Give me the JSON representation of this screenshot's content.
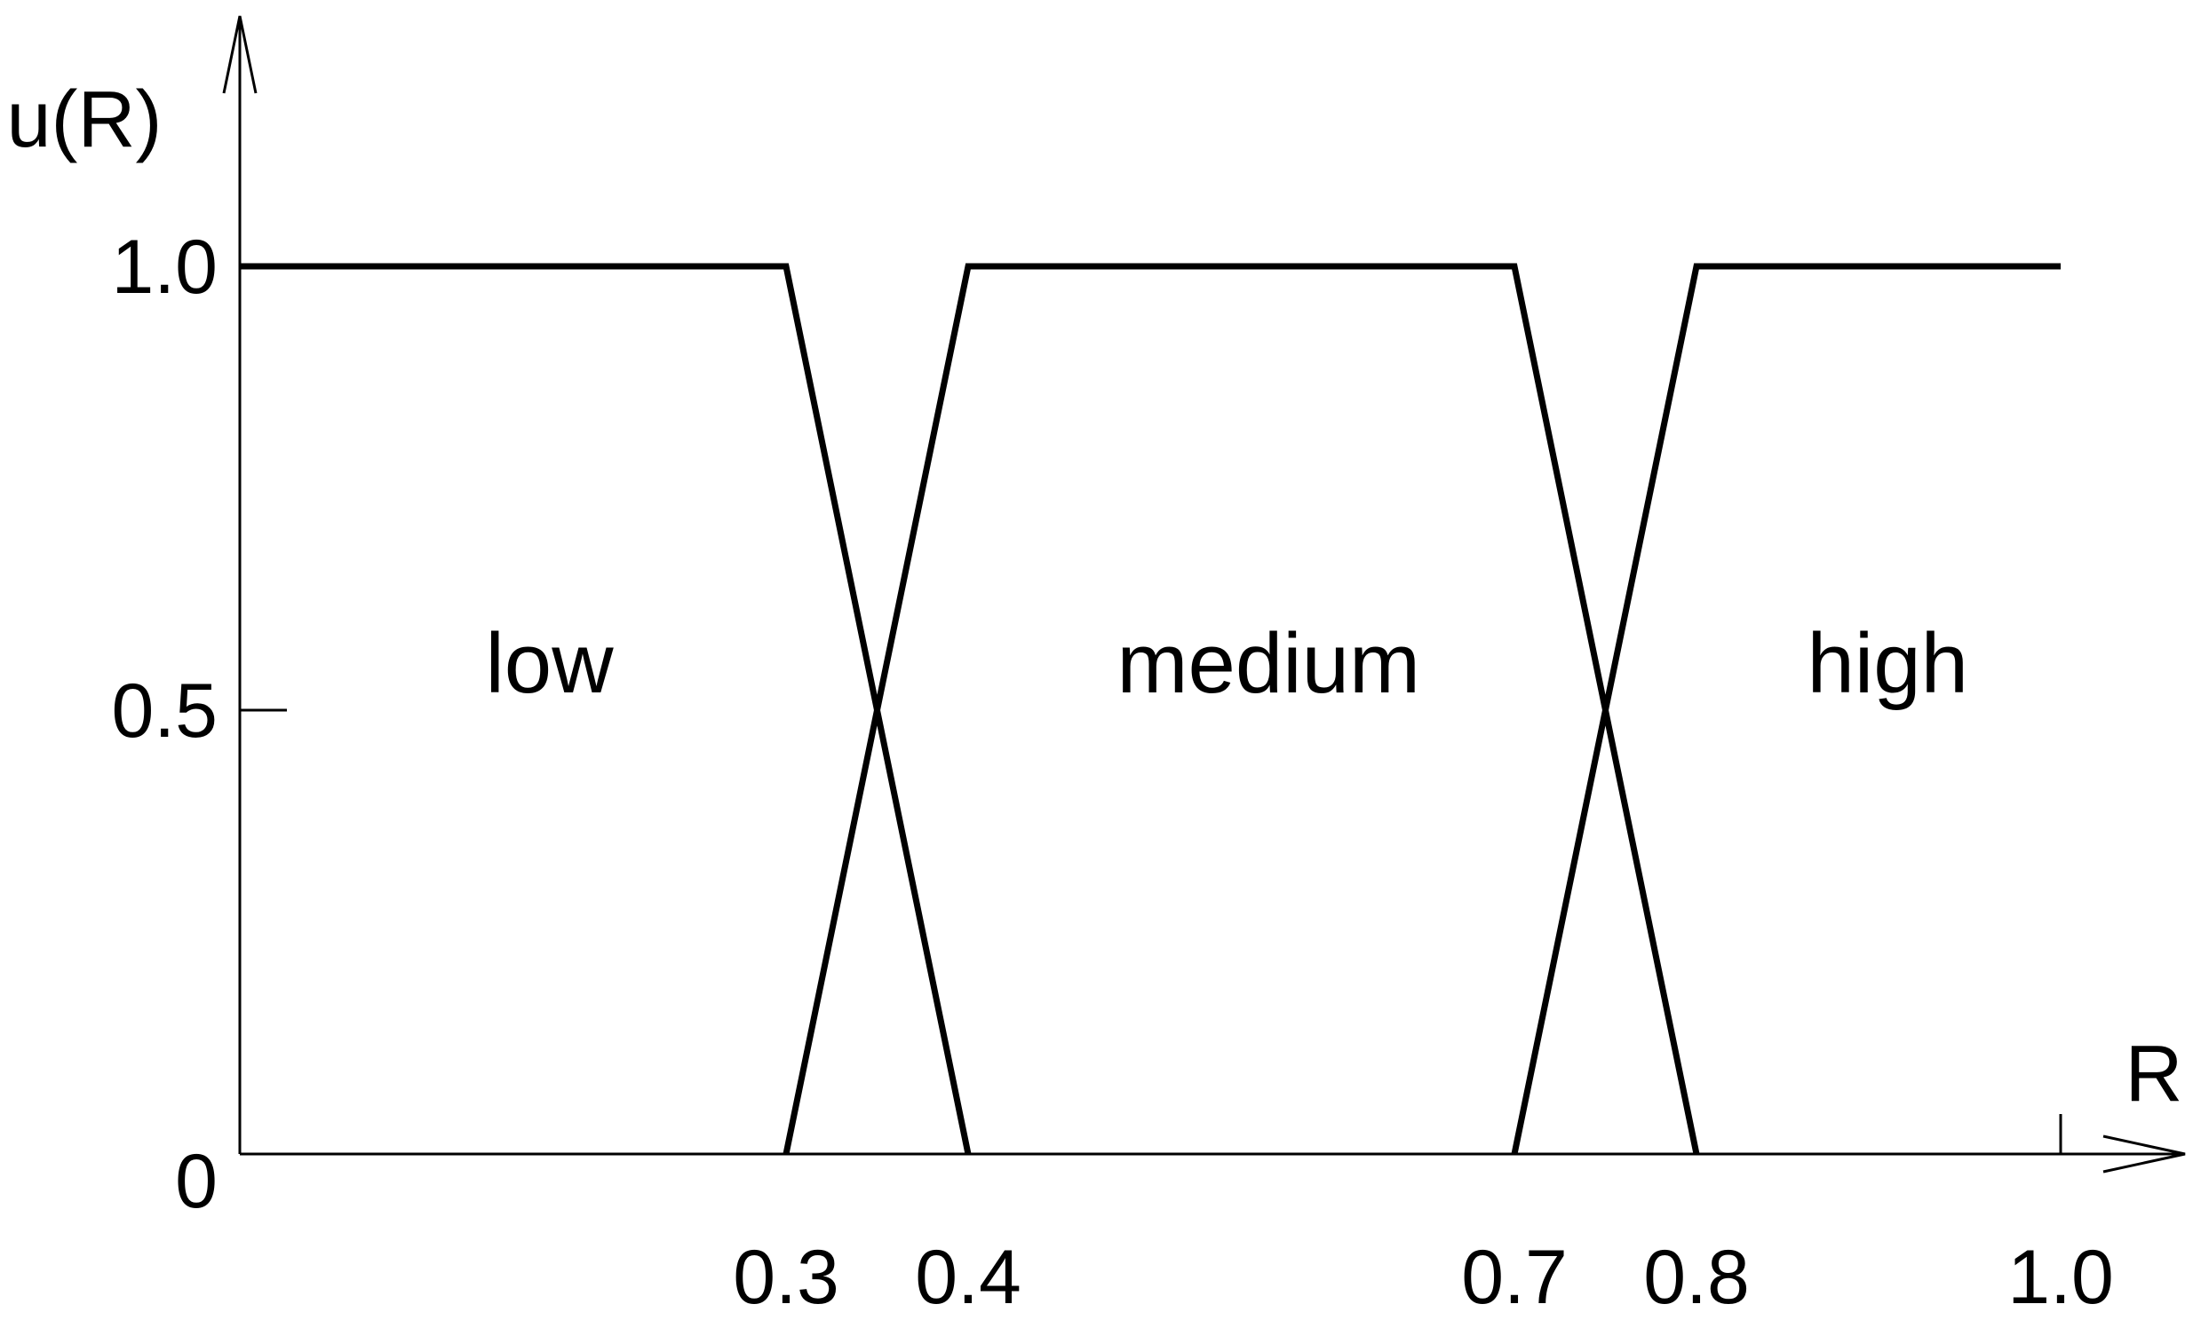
{
  "chart_data": {
    "type": "line",
    "title": "",
    "xlabel": "R",
    "ylabel": "u(R)",
    "xlim": [
      0,
      1.0
    ],
    "ylim": [
      0,
      1.0
    ],
    "grid": false,
    "x_ticks": [
      {
        "value": 0.3,
        "label": "0.3"
      },
      {
        "value": 0.4,
        "label": "0.4"
      },
      {
        "value": 0.7,
        "label": "0.7"
      },
      {
        "value": 0.8,
        "label": "0.8"
      },
      {
        "value": 1.0,
        "label": "1.0"
      }
    ],
    "y_ticks": [
      {
        "value": 0,
        "label": "0"
      },
      {
        "value": 0.5,
        "label": "0.5"
      },
      {
        "value": 1.0,
        "label": "1.0"
      }
    ],
    "series": [
      {
        "name": "low",
        "label_position": {
          "x": 0.17,
          "y": 0.52
        },
        "points": [
          {
            "x": 0.0,
            "y": 1.0
          },
          {
            "x": 0.3,
            "y": 1.0
          },
          {
            "x": 0.4,
            "y": 0.0
          }
        ]
      },
      {
        "name": "medium",
        "label_position": {
          "x": 0.565,
          "y": 0.52
        },
        "points": [
          {
            "x": 0.3,
            "y": 0.0
          },
          {
            "x": 0.4,
            "y": 1.0
          },
          {
            "x": 0.7,
            "y": 1.0
          },
          {
            "x": 0.8,
            "y": 0.0
          }
        ]
      },
      {
        "name": "high",
        "label_position": {
          "x": 0.905,
          "y": 0.52
        },
        "points": [
          {
            "x": 0.7,
            "y": 0.0
          },
          {
            "x": 0.8,
            "y": 1.0
          },
          {
            "x": 1.0,
            "y": 1.0
          }
        ]
      }
    ],
    "colors": {
      "line": "#000000",
      "background": "#ffffff"
    }
  }
}
